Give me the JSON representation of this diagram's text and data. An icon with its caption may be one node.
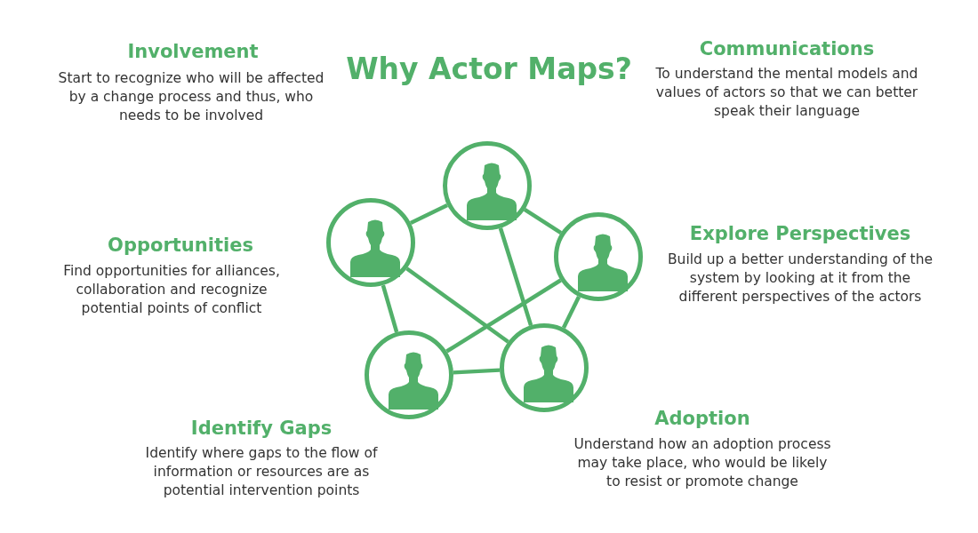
{
  "diagram": {
    "title": "Why Actor Maps?",
    "nodes": [
      {
        "text": [],
        "shape": "circle"
      },
      {
        "text": [],
        "shape": "circle"
      },
      {
        "text": [],
        "shape": "circle"
      },
      {
        "text": [],
        "shape": "circle"
      },
      {
        "text": [],
        "shape": "circle"
      }
    ],
    "edges": [
      {
        "from": 0,
        "to": 1,
        "arrow": "none"
      },
      {
        "from": 0,
        "to": 2,
        "arrow": "none"
      },
      {
        "from": 0,
        "to": 4,
        "arrow": "none"
      },
      {
        "from": 1,
        "to": 4,
        "arrow": "none"
      },
      {
        "from": 1,
        "to": 3,
        "arrow": "none"
      },
      {
        "from": 2,
        "to": 4,
        "arrow": "none"
      },
      {
        "from": 2,
        "to": 3,
        "arrow": "none"
      },
      {
        "from": 3,
        "to": 4,
        "arrow": "none"
      }
    ],
    "labels": [
      "Involvement",
      "Start to recognize who will be affected by a change process and thus, who needs to be involved",
      "Communications",
      "To understand the mental models and values of actors so that we can better speak their language",
      "Opportunities",
      "Find opportunities for alliances, collaboration and recognize potential points of conflict",
      "Explore Perspectives",
      "Build up a better understanding of the system by looking at it from the different perspectives of the actors",
      "Identify Gaps",
      "Identify where gaps to the flow of information or resources are as potential intervention points",
      "Adoption",
      "Understand how an adoption process may take place, who would be likely to resist or promote change"
    ]
  }
}
